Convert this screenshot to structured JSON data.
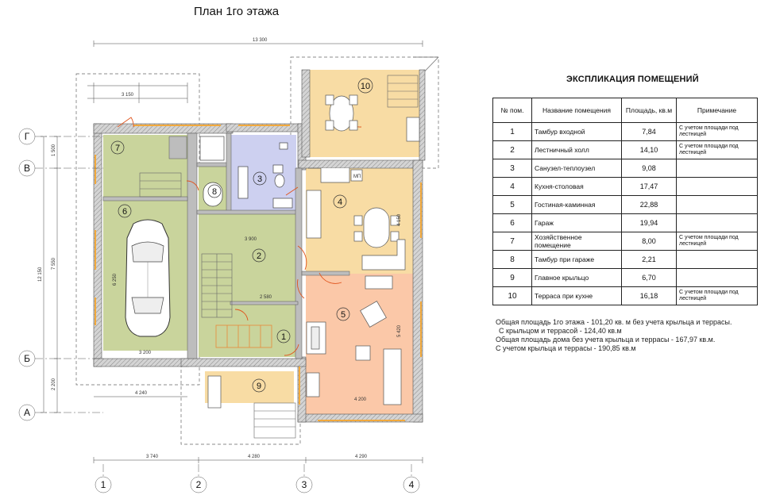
{
  "title": "План 1го этажа",
  "explication": {
    "title": "ЭКСПЛИКАЦИЯ ПОМЕЩЕНИЙ",
    "headers": [
      "№ пом.",
      "Название помещения",
      "Площадь, кв.м",
      "Примечание"
    ],
    "rows": [
      {
        "no": "1",
        "name": "Тамбур входной",
        "area": "7,84",
        "note": "С учетом площади под лестницей"
      },
      {
        "no": "2",
        "name": "Лестничный холл",
        "area": "14,10",
        "note": "С учетом площади под лестницей"
      },
      {
        "no": "3",
        "name": "Санузел-теплоузел",
        "area": "9,08",
        "note": ""
      },
      {
        "no": "4",
        "name": "Кухня-столовая",
        "area": "17,47",
        "note": ""
      },
      {
        "no": "5",
        "name": "Гостиная-каминная",
        "area": "22,88",
        "note": ""
      },
      {
        "no": "6",
        "name": "Гараж",
        "area": "19,94",
        "note": ""
      },
      {
        "no": "7",
        "name": "Хозяйственное помещение",
        "area": "8,00",
        "note": "С учетом площади под лестницей"
      },
      {
        "no": "8",
        "name": "Тамбур при гараже",
        "area": "2,21",
        "note": ""
      },
      {
        "no": "9",
        "name": "Главное крыльцо",
        "area": "6,70",
        "note": ""
      },
      {
        "no": "10",
        "name": "Терраса при кухне",
        "area": "16,18",
        "note": "С учетом площади под лестницей"
      }
    ]
  },
  "summary": [
    "Общая площадь 1го этажа - 101,20 кв. м без учета крыльца и террасы.",
    "С крыльцом и террасой - 124,40 кв.м",
    "Общая площадь дома без учета крыльца  и террасы - 167,97 кв.м.",
    "С учетом крыльца и террасы - 190,85 кв.м"
  ],
  "plan": {
    "axes_rows": [
      "Г",
      "В",
      "Б",
      "А"
    ],
    "axes_cols": [
      "1",
      "2",
      "3",
      "4"
    ],
    "room_numbers": [
      "1",
      "2",
      "3",
      "4",
      "5",
      "6",
      "7",
      "8",
      "9",
      "10"
    ],
    "dims": {
      "top_total": "13 300",
      "top_porch": "3 150",
      "bottom_1": "3 740",
      "bottom_2": "4 280",
      "bottom_3": "4 290",
      "left_total": "12 150",
      "left_main": "7 550",
      "left_g_v": "1 500",
      "left_b_a": "2 200",
      "garage_w": "3 200",
      "porch_w": "4 240",
      "hall_w": "3 900",
      "hall_h": "2 580",
      "living_w": "4 200",
      "living_h": "5 420",
      "kitchen_h": "4 150",
      "garage_h": "6 250"
    },
    "labels": {
      "mp": "МП"
    }
  },
  "colors": {
    "wall": "#9a9a9a",
    "room_green": "#c9d49c",
    "room_blue": "#cdd0f0",
    "room_kitchen": "#f8dca4",
    "room_living": "#fbc8a8",
    "door_red": "#e0541c",
    "window_orange": "#f2a93c"
  }
}
